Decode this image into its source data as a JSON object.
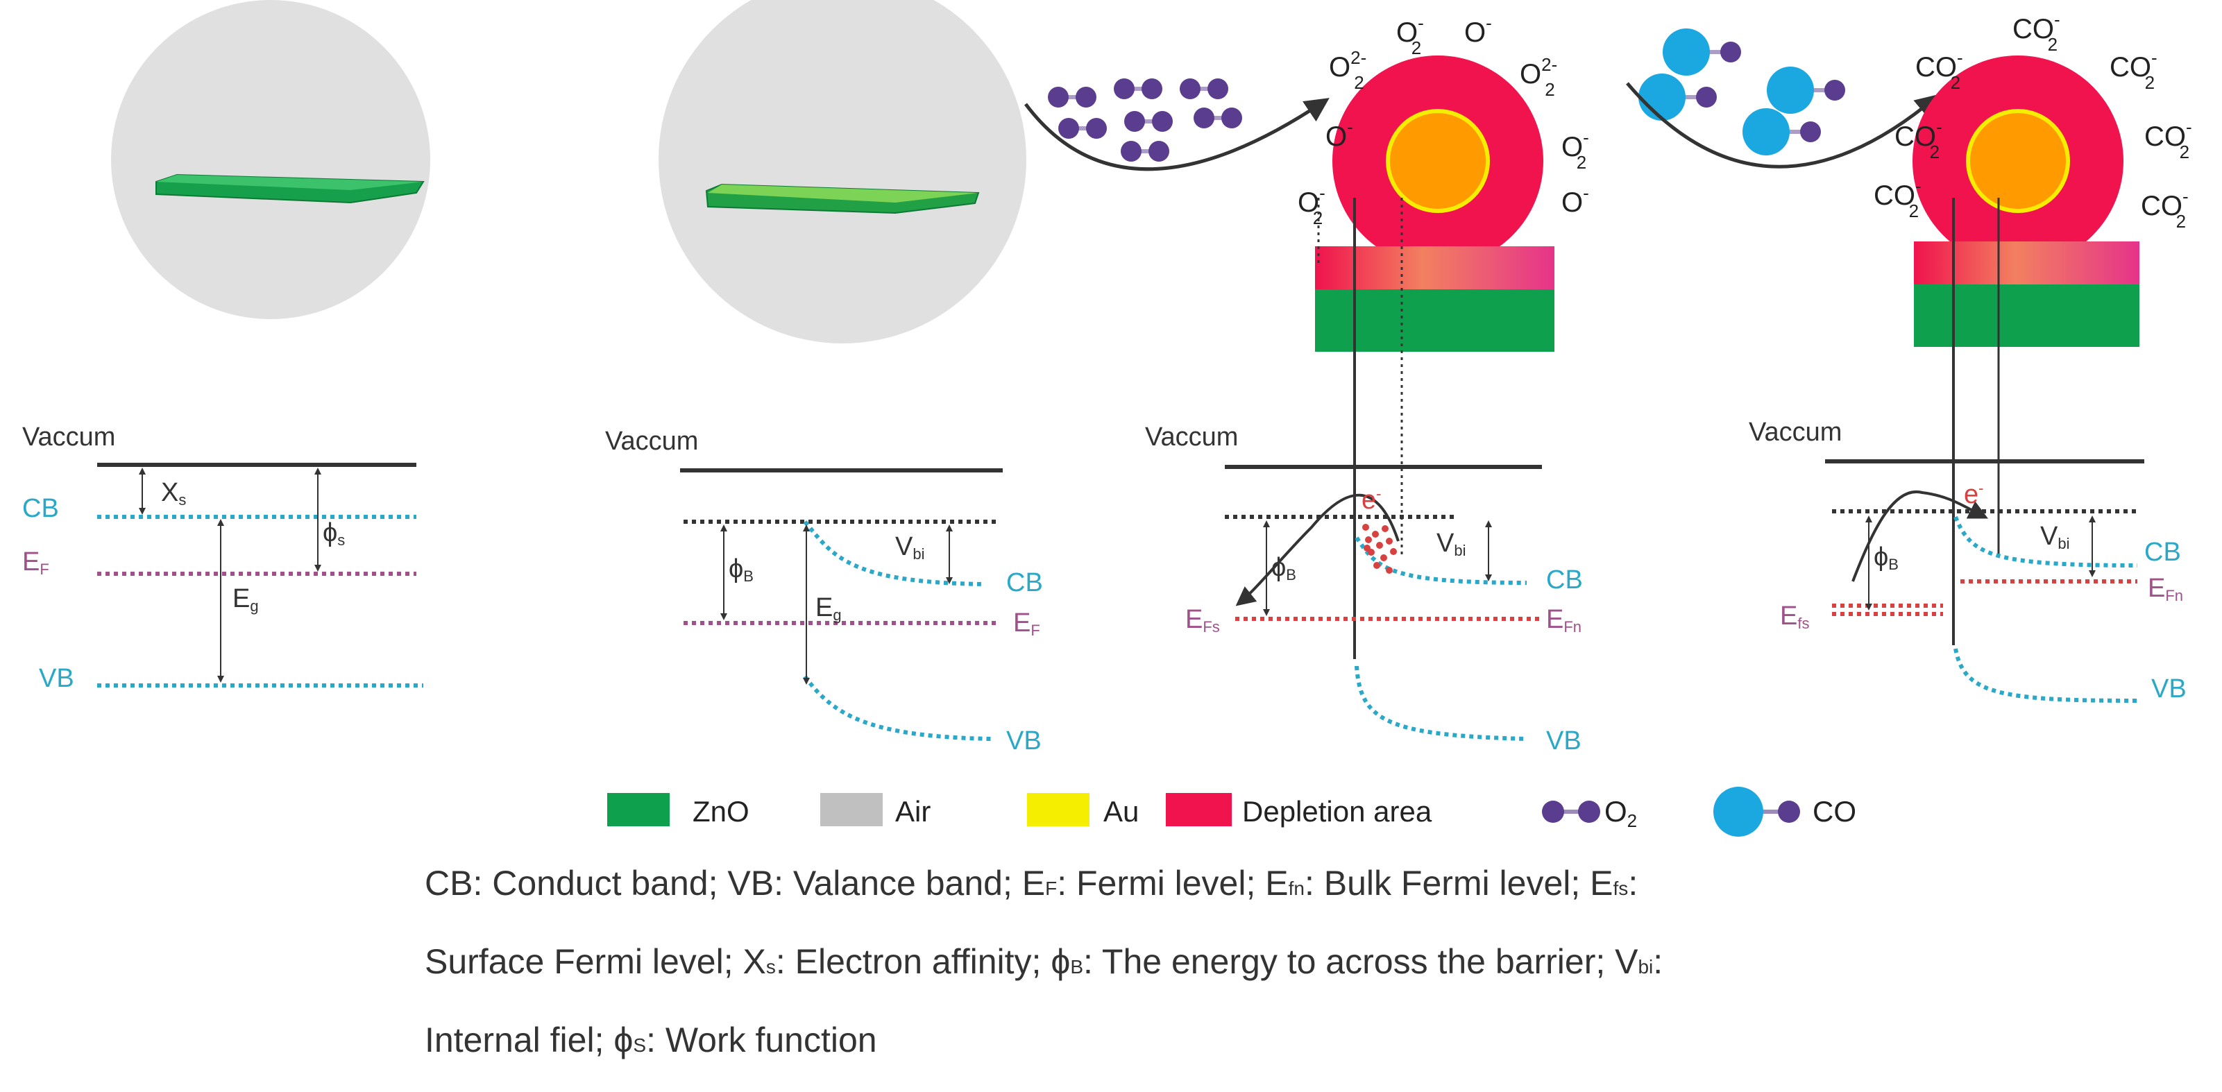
{
  "colors": {
    "zno": "#0fa04e",
    "air": "#c0c0c0",
    "au": "#f5ee00",
    "depletion": "#f0134d",
    "o2": "#5a3d8e",
    "co": "#1ba7e0",
    "cb_line": "#2aa8c8",
    "ef_line": "#a0508a",
    "efn_line": "#d94040",
    "core": "#ff9a00"
  },
  "panel1": {
    "vaccum": "Vaccum",
    "cb": "CB",
    "ef": "E",
    "ef_sub": "F",
    "vb": "VB",
    "xs": "X",
    "xs_sub": "s",
    "phis": "ϕ",
    "phis_sub": "s",
    "eg": "E",
    "eg_sub": "g"
  },
  "panel2": {
    "vaccum": "Vaccum",
    "cb": "CB",
    "ef": "E",
    "ef_sub": "F",
    "vb": "VB",
    "phib": "ϕ",
    "phib_sub": "B",
    "vbi": "V",
    "vbi_sub": "bi",
    "eg": "E",
    "eg_sub": "g"
  },
  "panel3": {
    "vaccum": "Vaccum",
    "cb": "CB",
    "vb": "VB",
    "efs": "E",
    "efs_sub": "Fs",
    "efn": "E",
    "efn_sub": "Fn",
    "phib": "ϕ",
    "phib_sub": "B",
    "vbi": "V",
    "vbi_sub": "bi",
    "electron": "e",
    "gas": [
      {
        "base": "O",
        "sub": "2",
        "sup": "2-"
      },
      {
        "base": "O",
        "sub": "2",
        "sup": "-"
      },
      {
        "base": "O",
        "sub": "",
        "sup": "-"
      },
      {
        "base": "O",
        "sub": "2",
        "sup": "2-"
      },
      {
        "base": "O",
        "sub": "",
        "sup": "-"
      },
      {
        "base": "O",
        "sub": "2",
        "sup": "-"
      },
      {
        "base": "O",
        "sub": "2",
        "sup": "-"
      },
      {
        "base": "O",
        "sub": "",
        "sup": "-"
      }
    ]
  },
  "panel4": {
    "vaccum": "Vaccum",
    "cb": "CB",
    "vb": "VB",
    "efs": "E",
    "efs_sub": "fs",
    "efn": "E",
    "efn_sub": "Fn",
    "phib": "ϕ",
    "phib_sub": "B",
    "vbi": "V",
    "vbi_sub": "bi",
    "electron": "e",
    "gas": [
      {
        "base": "CO",
        "sub": "2",
        "sup": "-"
      },
      {
        "base": "CO",
        "sub": "2",
        "sup": "-"
      },
      {
        "base": "CO",
        "sub": "2",
        "sup": "-"
      },
      {
        "base": "CO",
        "sub": "2",
        "sup": "-"
      },
      {
        "base": "CO",
        "sub": "2",
        "sup": "-"
      },
      {
        "base": "CO",
        "sub": "2",
        "sup": "-"
      },
      {
        "base": "CO",
        "sub": "2",
        "sup": "-"
      }
    ]
  },
  "legend": {
    "zno": "ZnO",
    "air": "Air",
    "au": "Au",
    "depletion": "Depletion area",
    "o2": "O",
    "o2_sub": "2",
    "co": "CO"
  },
  "definitions": {
    "line1": [
      {
        "t": "CB: Conduct band; VB: Valance band; E"
      },
      {
        "s": "F"
      },
      {
        "t": ": Fermi level; E"
      },
      {
        "s": "fn"
      },
      {
        "t": ": Bulk Fermi level; E"
      },
      {
        "s": "fs"
      },
      {
        "t": ":"
      }
    ],
    "line2": [
      {
        "t": "Surface Fermi level; X"
      },
      {
        "s": "s"
      },
      {
        "t": ": Electron affinity; ϕ"
      },
      {
        "s": "B"
      },
      {
        "t": ": The energy to across the barrier; V"
      },
      {
        "s": "bi"
      },
      {
        "t": ":"
      }
    ],
    "line3": [
      {
        "t": "Internal fiel;  ϕ"
      },
      {
        "s": "S"
      },
      {
        "t": ": Work function"
      }
    ]
  }
}
